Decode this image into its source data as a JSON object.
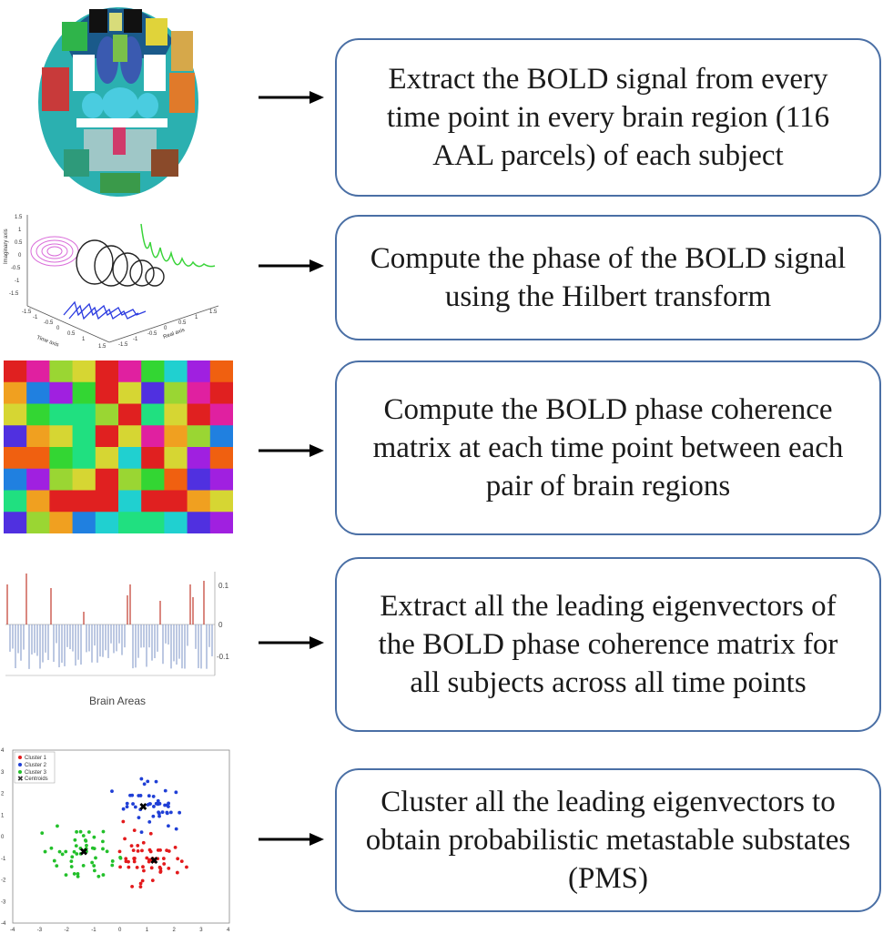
{
  "steps": [
    {
      "text": "Extract the BOLD signal from every time point in every brain region (116 AAL parcels) of each subject",
      "image": "aal-brain-parcellation"
    },
    {
      "text": "Compute the phase of the BOLD signal using the Hilbert transform",
      "image": "hilbert-phase-3d-plot"
    },
    {
      "text": "Compute the BOLD phase coherence matrix at each time point between each pair of brain regions",
      "image": "phase-coherence-matrix"
    },
    {
      "text": "Extract all the leading eigenvectors of the BOLD phase coherence matrix for all subjects across all time points",
      "image": "leading-eigenvector-bar-plot"
    },
    {
      "text": "Cluster all the leading eigenvectors to obtain probabilistic metastable substates (PMS)",
      "image": "cluster-scatter-plot"
    }
  ],
  "hilbert_plot": {
    "zlabel": "Imaginary axis",
    "xlabel": "Time axis",
    "ylabel": "Real axis",
    "ticks_z": [
      "1.5",
      "1",
      "0.5",
      "0",
      "-0.5",
      "-1",
      "-1.5"
    ],
    "ticks_x": [
      "-1.5",
      "-1",
      "-0.5",
      "0",
      "0.5",
      "1",
      "1.5"
    ],
    "ticks_y": [
      "-1.5",
      "-1",
      "-0.5",
      "0",
      "0.5",
      "1",
      "1.5"
    ]
  },
  "eigen_plot": {
    "xlabel": "Brain Areas",
    "ticks": [
      "0.1",
      "0",
      "-0.1"
    ]
  },
  "cluster_plot": {
    "legend": [
      "Cluster 1",
      "Cluster 2",
      "Cluster 3",
      "Centroids"
    ],
    "colors": {
      "cluster1": "#e31a1c",
      "cluster2": "#1f3fd6",
      "cluster3": "#22c02a",
      "centroid": "#000000"
    },
    "xticks": [
      "-4",
      "-3",
      "-2",
      "-1",
      "0",
      "1",
      "2",
      "3",
      "4"
    ],
    "yticks": [
      "4",
      "3",
      "2",
      "1",
      "0",
      "-1",
      "-2",
      "-3",
      "-4"
    ]
  }
}
